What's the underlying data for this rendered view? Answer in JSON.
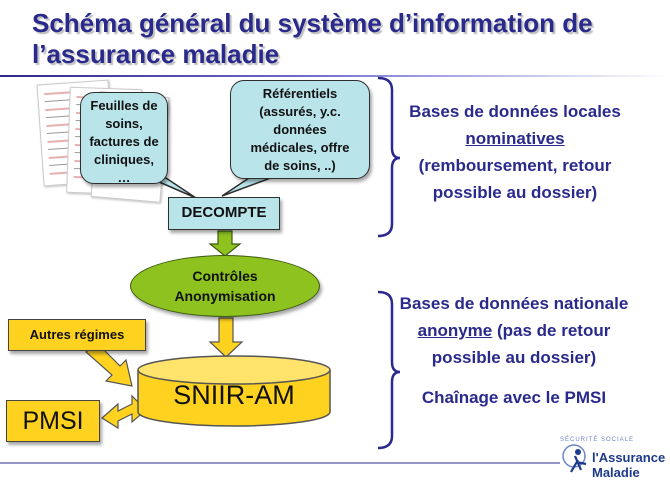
{
  "title": {
    "line1": "Schéma général du système d’information de",
    "line2": "l’assurance maladie"
  },
  "nodes": {
    "feuilles": {
      "line1": "Feuilles de",
      "line2": "soins,",
      "line3": "factures de",
      "line4": "cliniques,",
      "line5": "…"
    },
    "referentiels": {
      "line1": "Référentiels",
      "line2": "(assurés, y.c.",
      "line3": "données",
      "line4": "médicales, offre",
      "line5": "de soins, ..)"
    },
    "decompte": "DECOMPTE",
    "controles": {
      "line1": "Contrôles",
      "line2": "Anonymisation"
    },
    "autres_regimes": "Autres régimes",
    "pmsi": "PMSI",
    "sniiram": "SNIIR-AM"
  },
  "annotations": {
    "local": {
      "line1": "Bases de données locales",
      "line2": "nominatives",
      "line3": "(remboursement, retour",
      "line4": "possible au dossier)"
    },
    "nationale": {
      "line1": "Bases de données nationale",
      "line2_underlined": "anonyme",
      "line2_rest": " (pas de retour",
      "line3": "possible au dossier)"
    },
    "chainage": "Chaînage avec le PMSI"
  },
  "logo": {
    "line1": "l'Assurance",
    "line2": "Maladie",
    "small": "SÉCURITÉ SOCIALE"
  },
  "colors": {
    "title": "#2a2a8c",
    "bubble": "#b9e4ea",
    "ellipse": "#8dc21f",
    "yellow": "#ffd21f",
    "arrow": "#ffd21f",
    "bracket": "#2a2a8c"
  }
}
